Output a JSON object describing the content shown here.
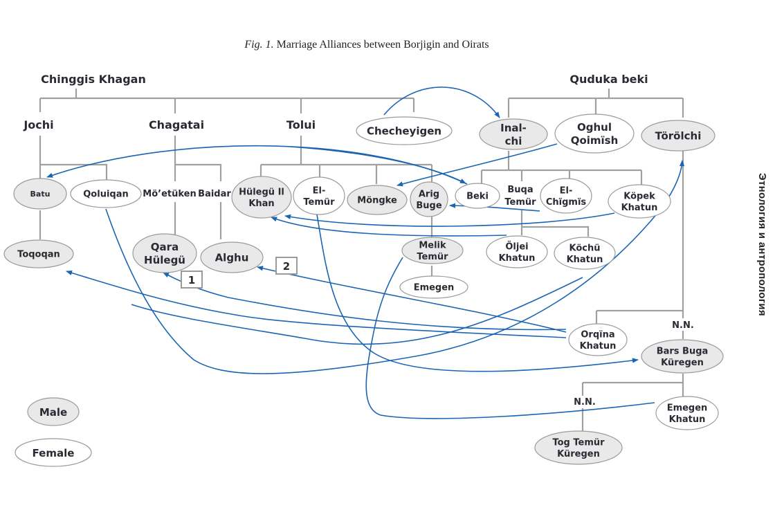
{
  "caption": {
    "fig": "Fig. 1.",
    "title": "Marriage Alliances between Borjigin and Oirats"
  },
  "side_label": "Этнология и антропология",
  "accent_color": "#1a64b4",
  "tree_color": "#a0a0a0",
  "male_fill": "#e9e9e9",
  "female_fill": "#ffffff",
  "headings": {
    "chinggis": "Chinggis Khagan",
    "quduka": "Quduka beki",
    "jochi": "Jochi",
    "chagatai": "Chagatai",
    "tolui": "Tolui",
    "moetuken": "Mö’etüken",
    "baidar": "Baidar",
    "buqa_temur": [
      "Buqa",
      "Temür"
    ],
    "nn1": "N.N.",
    "nn2": "N.N."
  },
  "nodes": {
    "checheyigen": {
      "lines": [
        "Checheyigen"
      ],
      "sex": "female"
    },
    "inalchi": {
      "lines": [
        "Inal-",
        "chi"
      ],
      "sex": "male"
    },
    "oghul": {
      "lines": [
        "Oghul",
        "Qoimïsh"
      ],
      "sex": "female"
    },
    "torolchi": {
      "lines": [
        "Törölchi"
      ],
      "sex": "male"
    },
    "batu": {
      "lines": [
        "Batu"
      ],
      "sex": "male"
    },
    "qoluiqan": {
      "lines": [
        "Qoluiqan"
      ],
      "sex": "female"
    },
    "hulegu": {
      "lines": [
        "Hülegü Il",
        "Khan"
      ],
      "sex": "male"
    },
    "eltemur": {
      "lines": [
        "El-",
        "Temür"
      ],
      "sex": "female"
    },
    "mongke": {
      "lines": [
        "Möngke"
      ],
      "sex": "male"
    },
    "arigbuge": {
      "lines": [
        "Arig",
        "Buge"
      ],
      "sex": "male"
    },
    "beki": {
      "lines": [
        "Beki"
      ],
      "sex": "female"
    },
    "elchigmis": {
      "lines": [
        "El-",
        "Chïgmïs"
      ],
      "sex": "female"
    },
    "kopek": {
      "lines": [
        "Köpek",
        "Khatun"
      ],
      "sex": "female"
    },
    "toqoqan": {
      "lines": [
        "Toqoqan"
      ],
      "sex": "male"
    },
    "qarahulegu": {
      "lines": [
        "Qara",
        "Hülegü"
      ],
      "sex": "male"
    },
    "alghu": {
      "lines": [
        "Alghu"
      ],
      "sex": "male"
    },
    "meliktemur": {
      "lines": [
        "Melik",
        "Temür"
      ],
      "sex": "male"
    },
    "emegen": {
      "lines": [
        "Emegen"
      ],
      "sex": "female"
    },
    "oljei": {
      "lines": [
        "Öljei",
        "Khatun"
      ],
      "sex": "female"
    },
    "kochu": {
      "lines": [
        "Köchü",
        "Khatun"
      ],
      "sex": "female"
    },
    "orqina": {
      "lines": [
        "Orqïna",
        "Khatun"
      ],
      "sex": "female"
    },
    "barsbuga": {
      "lines": [
        "Bars Buga",
        "Küregen"
      ],
      "sex": "male"
    },
    "emegenkhatun": {
      "lines": [
        "Emegen",
        "Khatun"
      ],
      "sex": "female"
    },
    "togtemur": {
      "lines": [
        "Tog Temür",
        "Küregen"
      ],
      "sex": "male"
    }
  },
  "markers": {
    "one": "1",
    "two": "2"
  },
  "legend": {
    "male": "Male",
    "female": "Female"
  }
}
